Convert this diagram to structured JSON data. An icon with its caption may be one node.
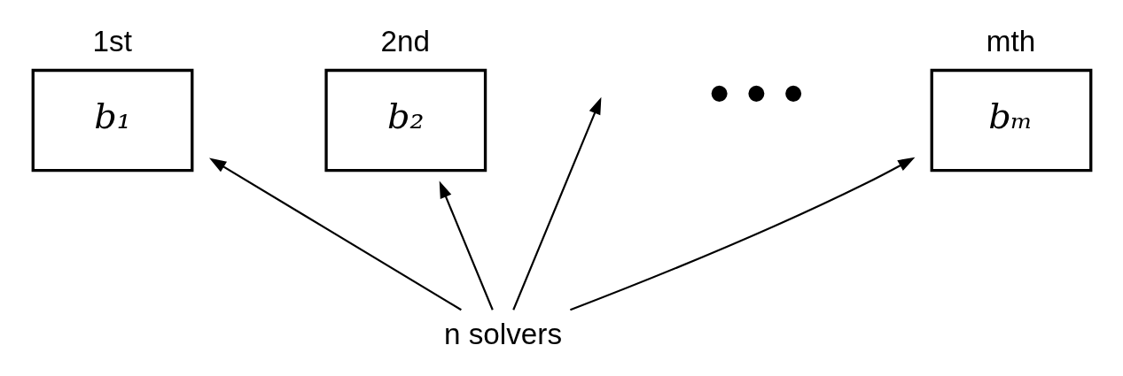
{
  "diagram": {
    "nodes": [
      {
        "text": [
          "1st",
          "b₁"
        ]
      },
      {
        "text": [
          "2nd",
          "b₂"
        ]
      },
      {
        "text": [
          "mth",
          "bₘ"
        ]
      },
      {
        "text": [
          "n solvers"
        ]
      }
    ],
    "edges": [
      {
        "from": 3,
        "to": 0,
        "arrow": "to"
      },
      {
        "from": 3,
        "to": 1,
        "arrow": "to"
      },
      {
        "from": 3,
        "to": null,
        "arrow": "to"
      },
      {
        "from": 3,
        "to": 2,
        "arrow": "to"
      }
    ],
    "labels": [
      "• • •"
    ]
  }
}
